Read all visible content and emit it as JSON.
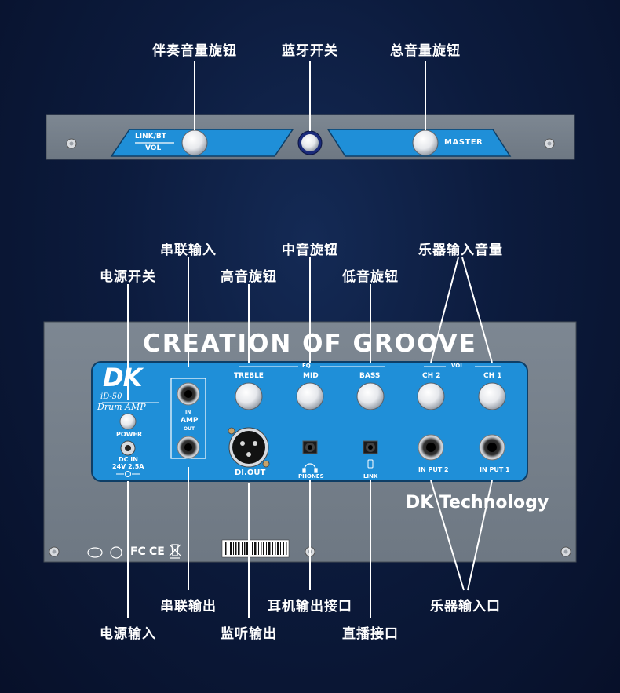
{
  "top_labels": {
    "accompany_vol": "伴奏音量旋钮",
    "bluetooth_switch": "蓝牙开关",
    "master_vol_knob": "总音量旋钮"
  },
  "top_panel": {
    "link_bt": "LINK/BT",
    "vol": "VOL",
    "master": "MASTER"
  },
  "labels": {
    "series_in": "串联输入",
    "power_switch": "电源开关",
    "treble_knob": "高音旋钮",
    "mid_knob": "中音旋钮",
    "bass_knob": "低音旋钮",
    "inst_vol": "乐器输入音量",
    "series_out": "串联输出",
    "headphone_out": "耳机输出接口",
    "inst_input": "乐器输入口",
    "power_input": "电源输入",
    "monitor_out": "监听输出",
    "direct_link": "直播接口"
  },
  "panel": {
    "slogan": "CREATION OF GROOVE",
    "brand": "DK Technology",
    "logo": "DK",
    "model": "iD-50",
    "model_sub": "Drum AMP",
    "power": "POWER",
    "dc_in": "DC IN",
    "dc_spec": "24V 2.5A",
    "amp_in": "IN",
    "amp": "AMP",
    "amp_out": "OUT",
    "eq": "EQ",
    "vol": "VOL",
    "treble": "TREBLE",
    "mid": "MID",
    "bass": "BASS",
    "ch2": "CH 2",
    "ch1": "CH 1",
    "di_out": "DI.OUT",
    "phones": "PHONES",
    "link": "LINK",
    "input2": "IN PUT 2",
    "input1": "IN PUT 1",
    "cert_fc": "FC",
    "cert_ce": "CE"
  }
}
